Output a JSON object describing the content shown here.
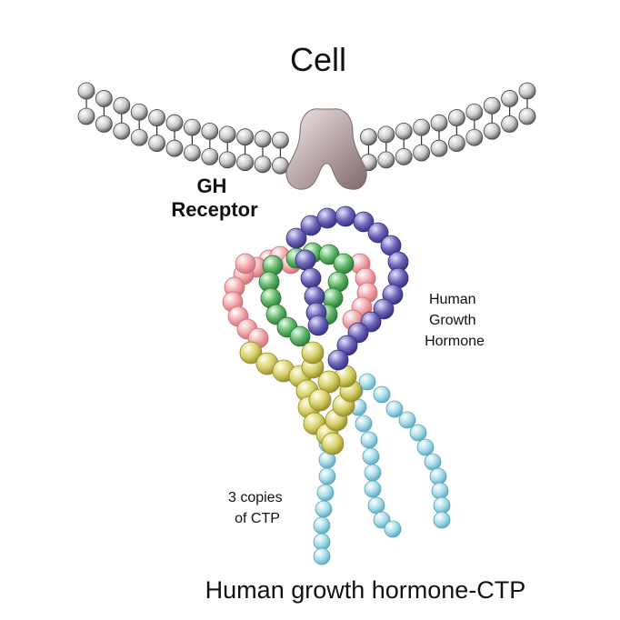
{
  "labels": {
    "cell": "Cell",
    "receptor_line1": "GH",
    "receptor_line2": "Receptor",
    "hormone_line1": "Human",
    "hormone_line2": "Growth",
    "hormone_line3": "Hormone",
    "ctp_line1": "3 copies",
    "ctp_line2": "of CTP",
    "caption": "Human growth hormone-CTP"
  },
  "colors": {
    "membrane": "#9a9a9a",
    "receptor": "#b9a7a7",
    "pink": "#f2a5aa",
    "green": "#5fb56a",
    "blue": "#6b63b7",
    "yellow": "#d6d06a",
    "cyan": "#a6dcea"
  }
}
